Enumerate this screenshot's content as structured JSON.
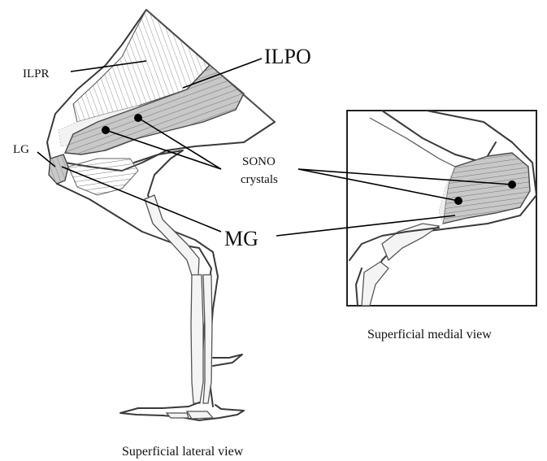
{
  "labels": {
    "ilpr": "ILPR",
    "ilpo": "ILPO",
    "lg": "LG",
    "sono": "SONO",
    "crystals": "crystals",
    "mg": "MG"
  },
  "captions": {
    "lateral": "Superficial lateral view",
    "medial": "Superficial medial view"
  }
}
